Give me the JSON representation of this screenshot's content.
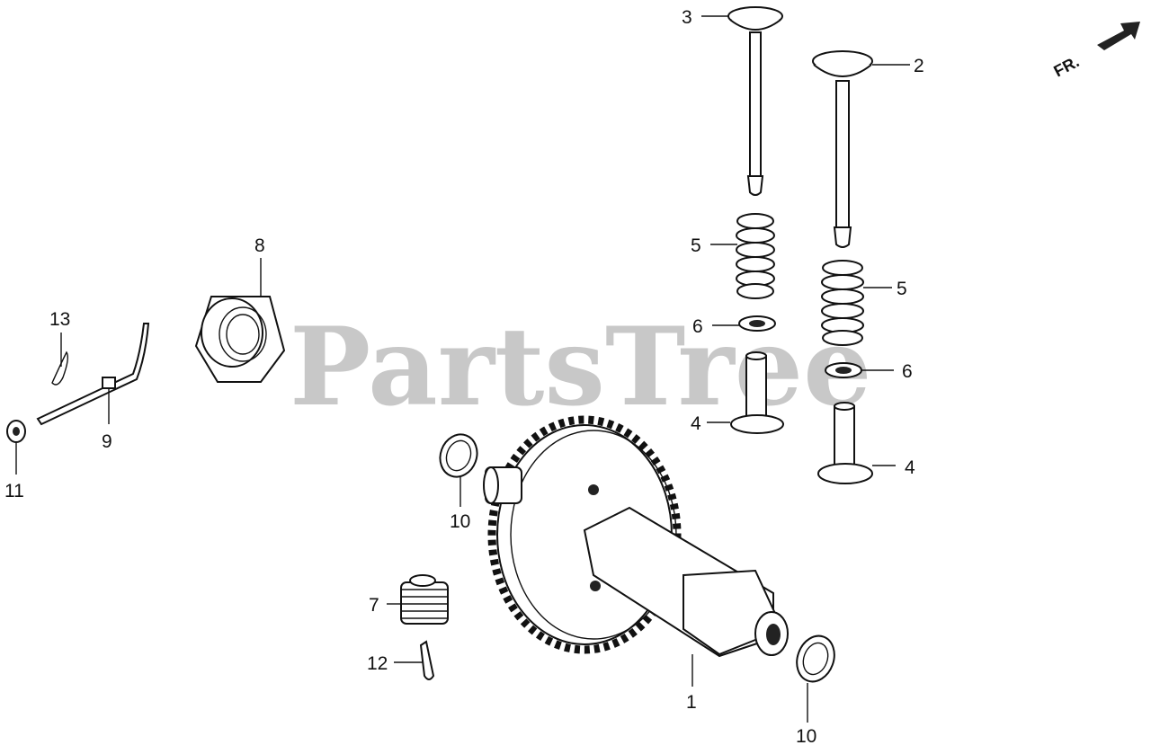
{
  "watermark": "PartsTree",
  "direction_label": "FR.",
  "callouts": {
    "c1": "1",
    "c2": "2",
    "c3": "3",
    "c4a": "4",
    "c4b": "4",
    "c5a": "5",
    "c5b": "5",
    "c6a": "6",
    "c6b": "6",
    "c7": "7",
    "c8": "8",
    "c9": "9",
    "c10a": "10",
    "c10b": "10",
    "c11": "11",
    "c12": "12",
    "c13": "13"
  }
}
